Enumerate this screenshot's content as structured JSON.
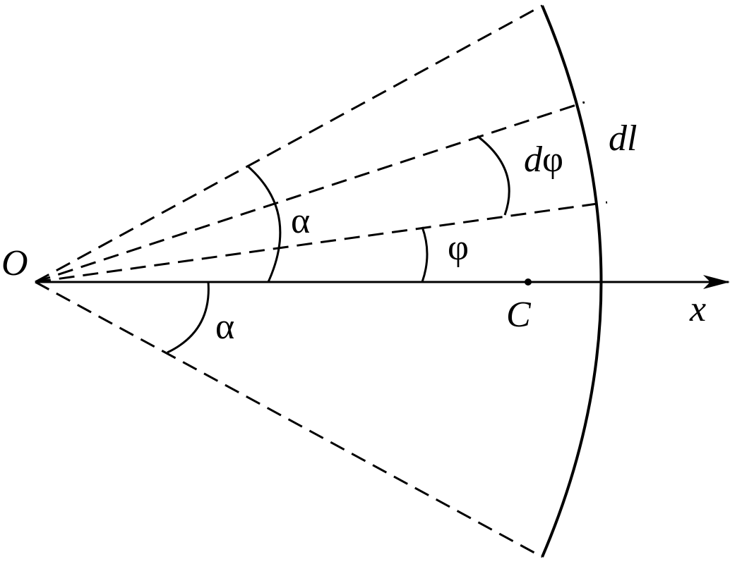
{
  "labels": {
    "origin": "O",
    "axis": "x",
    "center": "C",
    "arc_element": "dl",
    "angle_element_prefix": "d",
    "angle_element_symbol": "φ",
    "angle_phi": "φ",
    "angle_alpha_upper": "α",
    "angle_alpha_lower": "α"
  },
  "colors": {
    "stroke": "#000000",
    "background": "#ffffff"
  }
}
